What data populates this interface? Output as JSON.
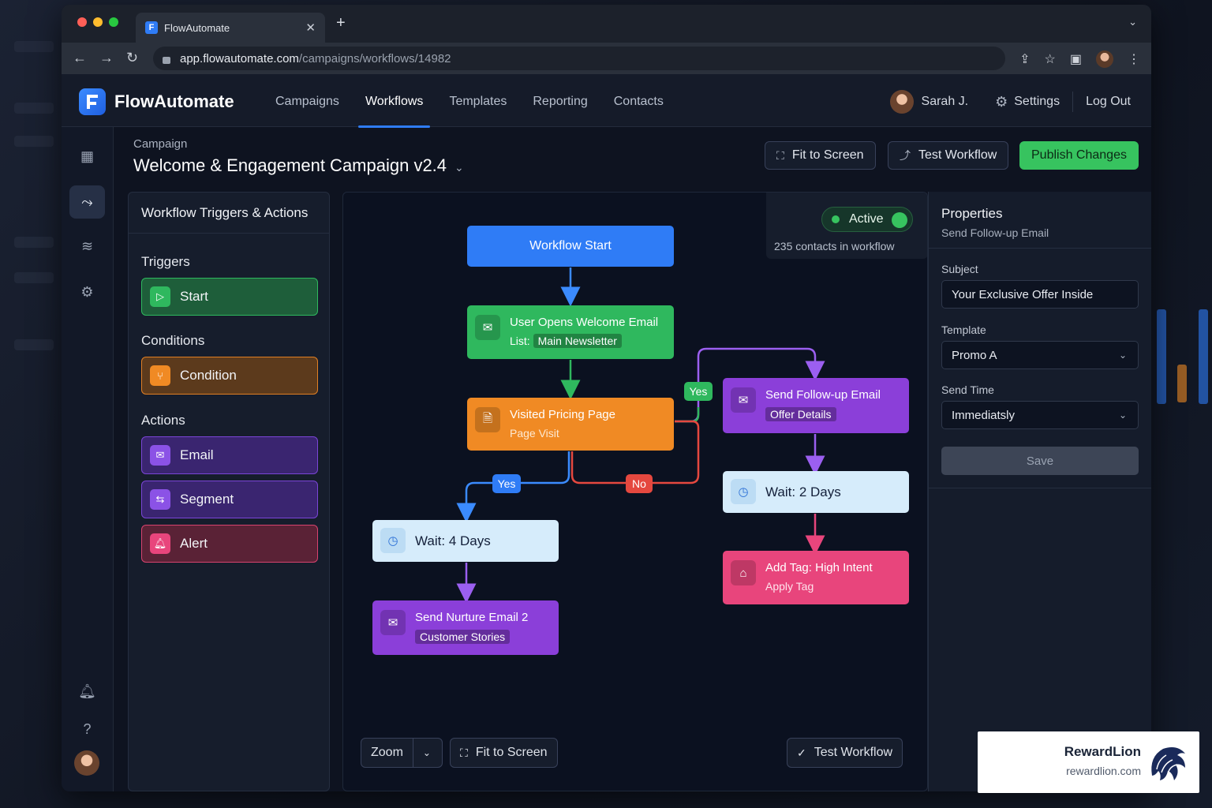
{
  "browser": {
    "tab_title": "FlowAutomate",
    "tab_icon": "F",
    "url_host": "app.flowautomate.com",
    "url_path": "/campaigns/workflows/14982"
  },
  "app": {
    "brand": "FlowAutomate",
    "nav": [
      "Campaigns",
      "Workflows",
      "Templates",
      "Reporting",
      "Contacts"
    ],
    "active_nav": "Workflows",
    "user_name": "Sarah J.",
    "settings": "Settings",
    "logout": "Log Out"
  },
  "header": {
    "subtitle": "Campaign",
    "title": "Welcome & Engagement Campaign v2.4",
    "fit_to_screen": "Fit to Screen",
    "test_workflow": "Test Workflow",
    "publish": "Publish Changes"
  },
  "left_panel": {
    "title": "Workflow Triggers & Actions",
    "triggers_label": "Triggers",
    "trigger_start": "Start",
    "conditions_label": "Conditions",
    "condition": "Condition",
    "actions_label": "Actions",
    "action_email": "Email",
    "action_segment": "Segment",
    "action_alert": "Alert"
  },
  "canvas": {
    "status": "Active",
    "contacts_in_workflow": "235 contacts in workflow",
    "nodes": {
      "start": {
        "title": "Workflow Start"
      },
      "welcome": {
        "title": "User Opens Welcome Email",
        "sub_prefix": "List:",
        "sub_chip": "Main Newsletter"
      },
      "pricing": {
        "title": "Visited Pricing Page",
        "sub": "Page Visit"
      },
      "followup": {
        "title": "Send Follow-up Email",
        "sub_chip": "Offer Details"
      },
      "wait2": {
        "title": "Wait: 2 Days"
      },
      "tag": {
        "title": "Add Tag: High Intent",
        "sub": "Apply Tag"
      },
      "wait4": {
        "title": "Wait: 4 Days"
      },
      "nurture": {
        "title": "Send Nurture Email 2",
        "sub_chip": "Customer Stories"
      }
    },
    "labels": {
      "yes_right": "Yes",
      "yes_left": "Yes",
      "no": "No"
    },
    "zoom": "Zoom",
    "fit_to_screen": "Fit to Screen",
    "test_workflow": "Test Workflow"
  },
  "properties": {
    "title": "Properties",
    "subtitle": "Send Follow-up Email",
    "subject_label": "Subject",
    "subject_value": "Your Exclusive Offer Inside",
    "template_label": "Template",
    "template_value": "Promo A",
    "send_time_label": "Send Time",
    "send_time_value": "Immediatsly",
    "save": "Save"
  },
  "watermark": {
    "name": "RewardLion",
    "url": "rewardlion.com"
  },
  "colors": {
    "accent_blue": "#2f7cf6",
    "publish_green": "#37c35f",
    "node_green": "#2fb85e",
    "node_orange": "#f08a24",
    "node_purple": "#8b3fd9",
    "node_pink": "#e8457c",
    "node_light": "#d6ecfb",
    "label_red": "#e5483f"
  }
}
